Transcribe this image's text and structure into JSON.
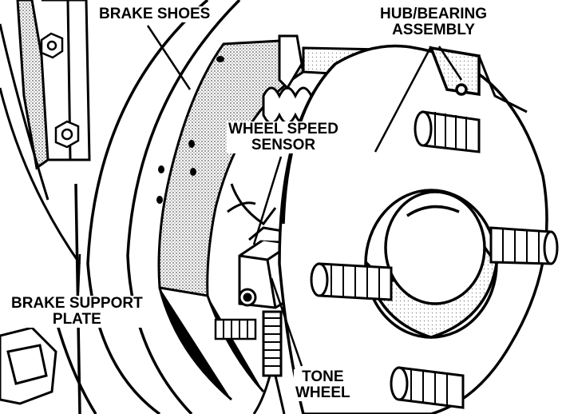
{
  "labels": {
    "brake_shoes": "BRAKE SHOES",
    "hub_bearing": [
      "HUB/BEARING",
      "ASSEMBLY"
    ],
    "wheel_speed_sensor": [
      "WHEEL SPEED",
      "SENSOR"
    ],
    "brake_support_plate": [
      "BRAKE SUPPORT",
      "PLATE"
    ],
    "tone_wheel": [
      "TONE",
      "WHEEL"
    ]
  },
  "colors": {
    "ink": "#000000",
    "paper": "#ffffff",
    "shading": "#8a8a8a"
  }
}
